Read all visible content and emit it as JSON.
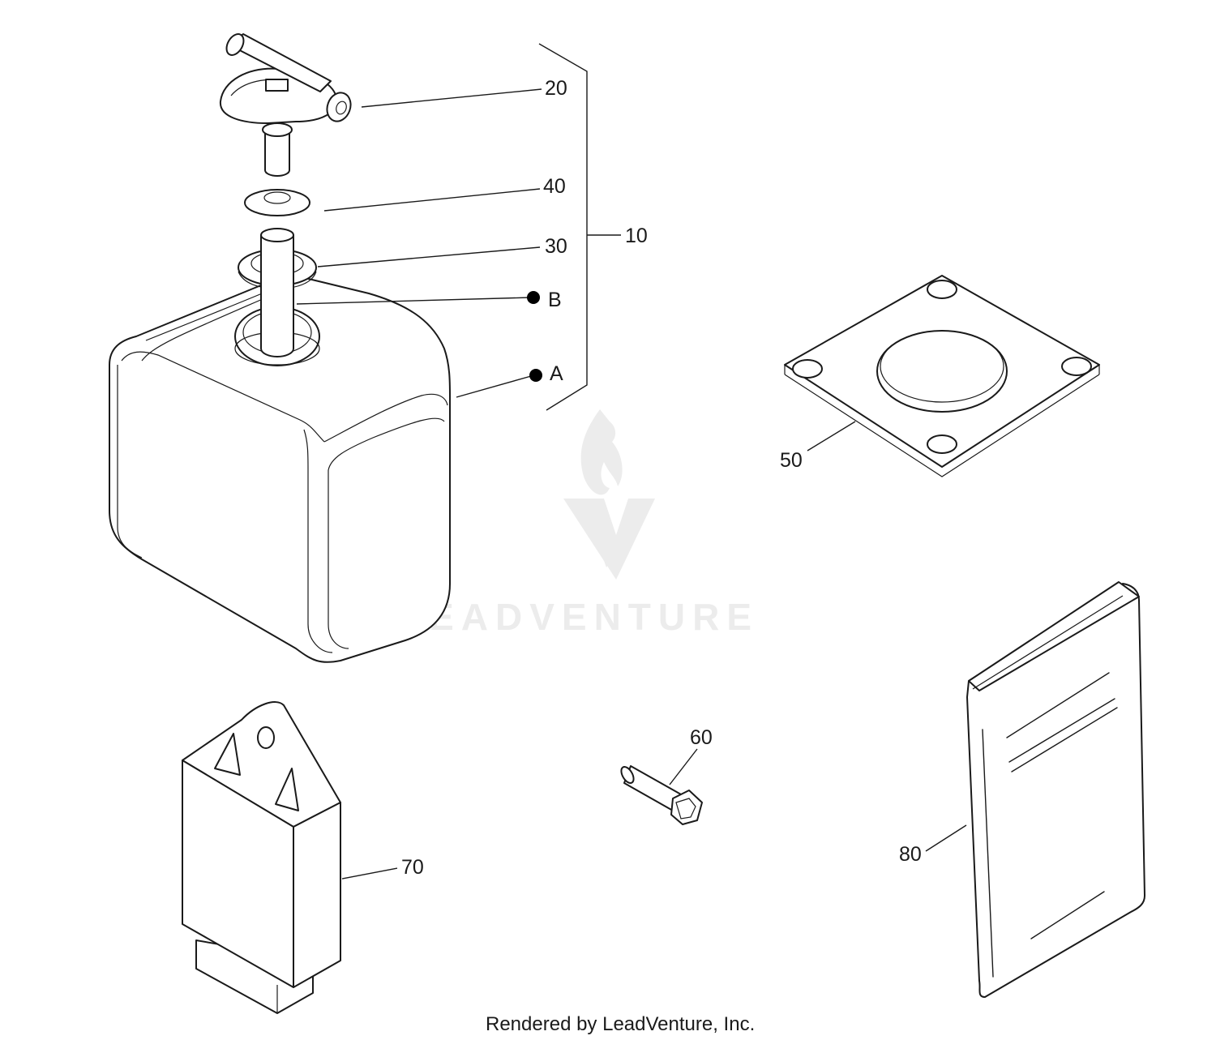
{
  "callouts": {
    "c10": "10",
    "c20": "20",
    "c30": "30",
    "c40": "40",
    "cA": "A",
    "cB": "B",
    "c50": "50",
    "c60": "60",
    "c70": "70",
    "c80": "80"
  },
  "watermark": {
    "text": "LEADVENTURE"
  },
  "footer": {
    "text": "Rendered by LeadVenture, Inc."
  },
  "colors": {
    "line": "#1a1a1a",
    "watermark": "#ececec",
    "background": "#ffffff"
  }
}
